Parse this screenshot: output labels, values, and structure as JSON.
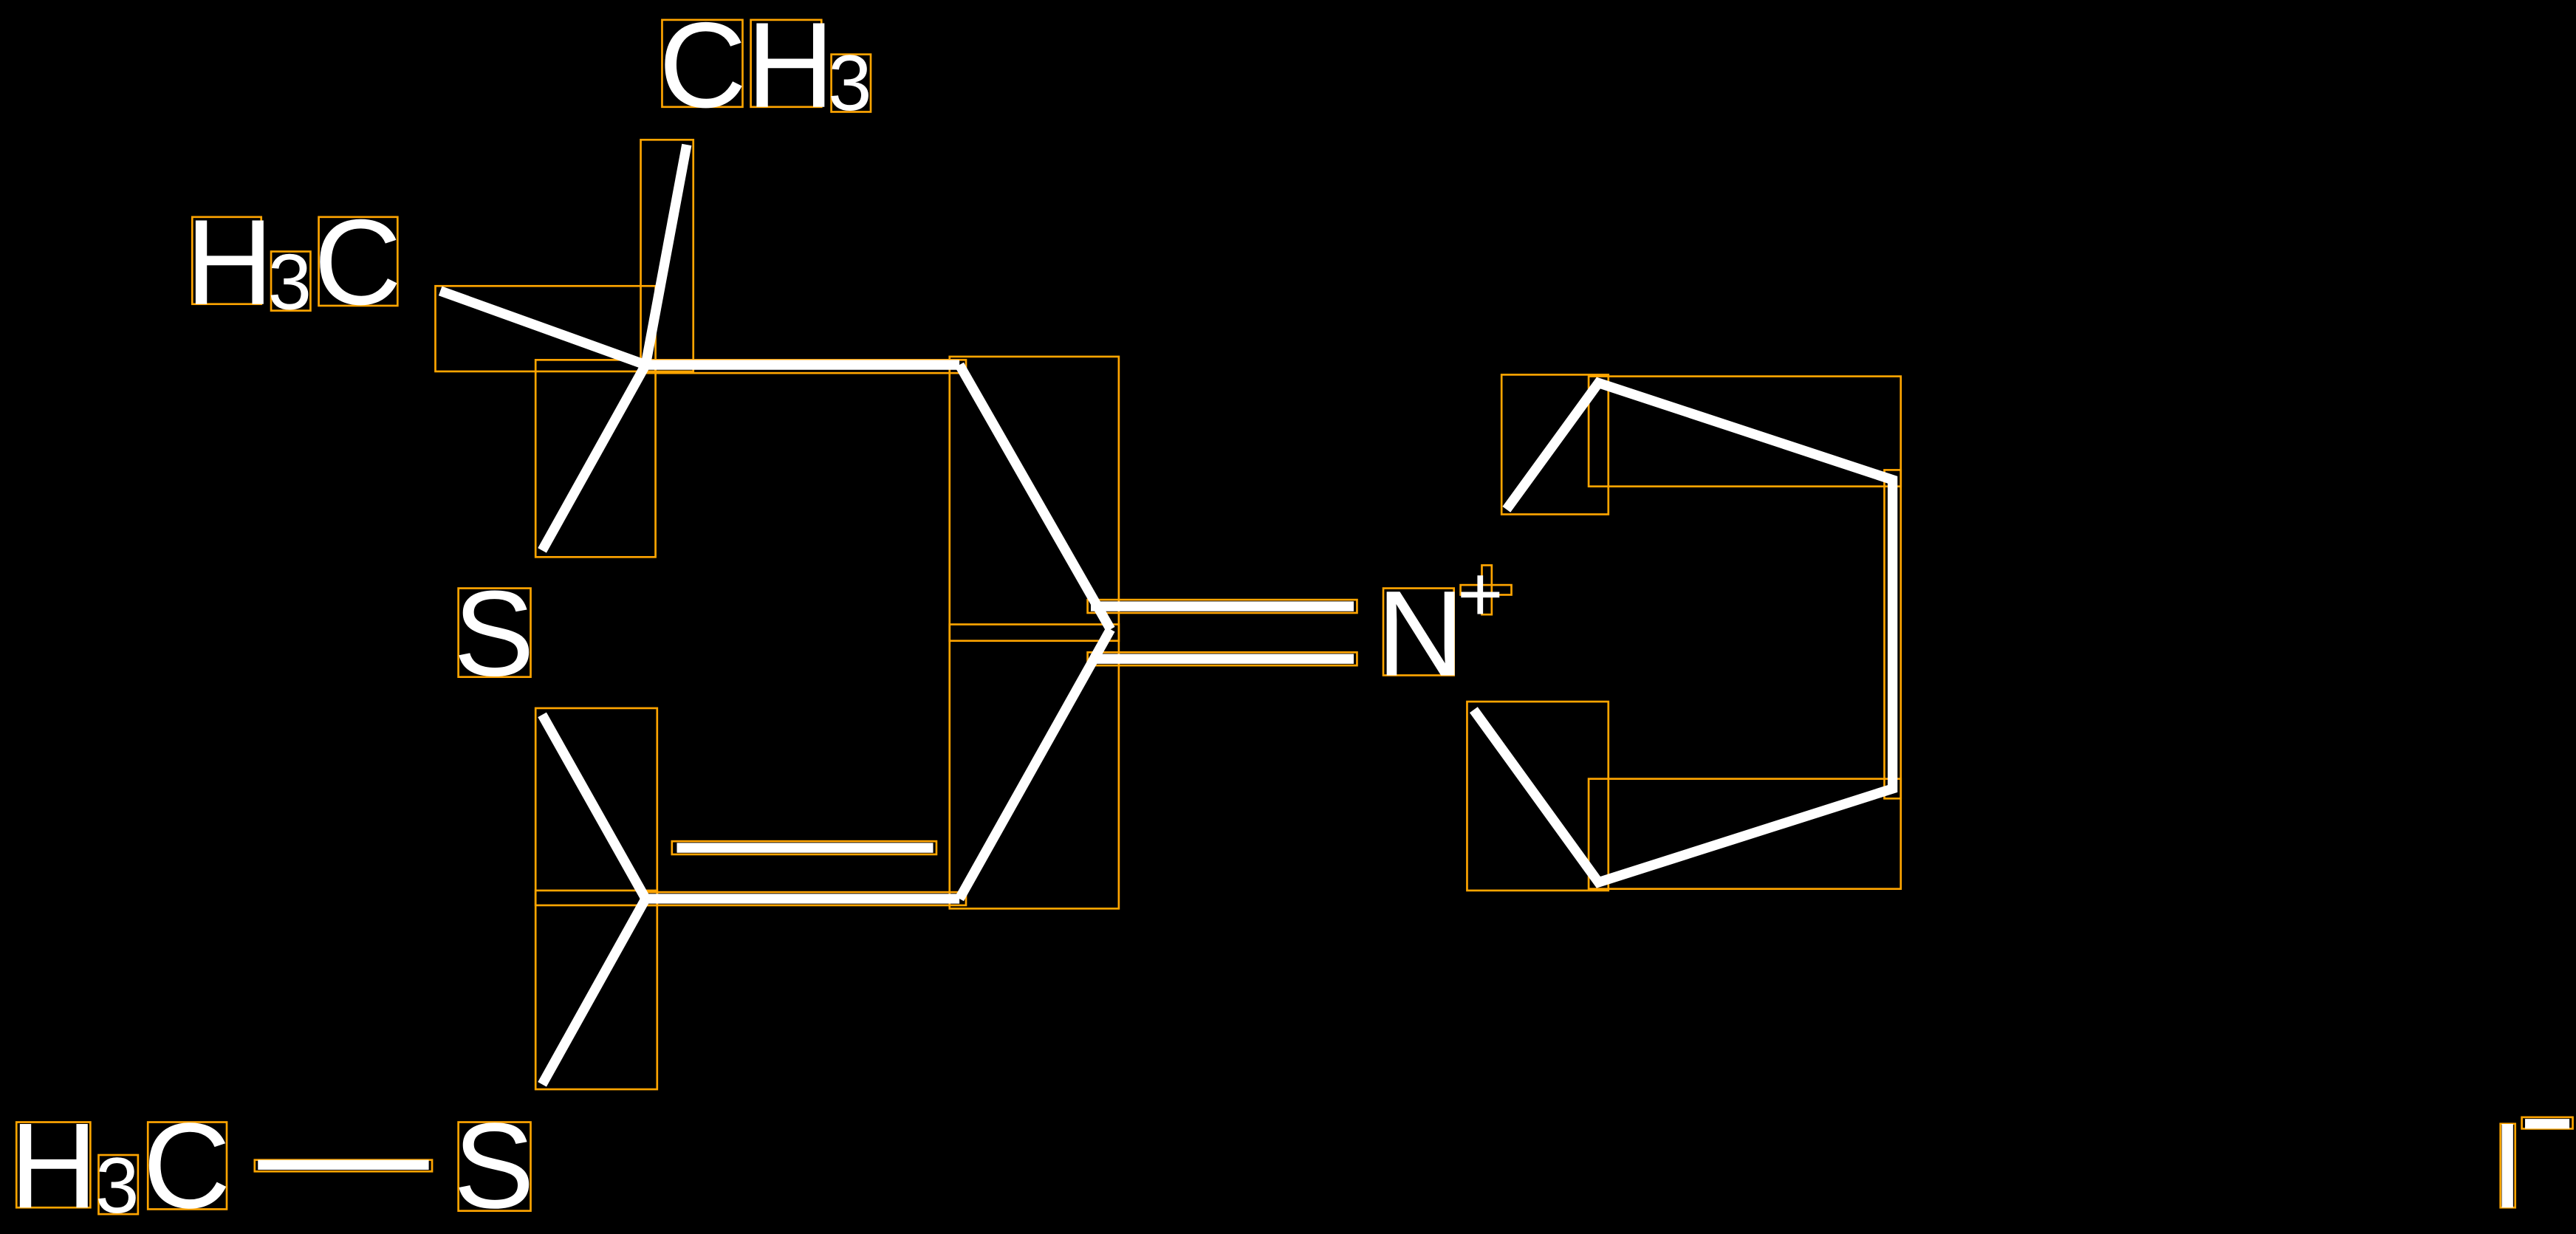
{
  "diagram": {
    "type": "chemical-structure",
    "atoms": {
      "ch3_top": {
        "element": "CH",
        "subscript": "3"
      },
      "h3c_left": {
        "element_h": "H",
        "subscript": "3",
        "element_c": "C"
      },
      "s_ring": "S",
      "n_plus": {
        "element": "N",
        "charge": "+"
      },
      "h3c_bottom": {
        "element_h": "H",
        "subscript": "3",
        "element_c": "C"
      },
      "s_bottom": "S",
      "iodide": {
        "element": "I",
        "charge": "−"
      }
    },
    "colors": {
      "background": "#000000",
      "bonds": "#FFFFFF",
      "boxes": "#FFA500"
    }
  }
}
